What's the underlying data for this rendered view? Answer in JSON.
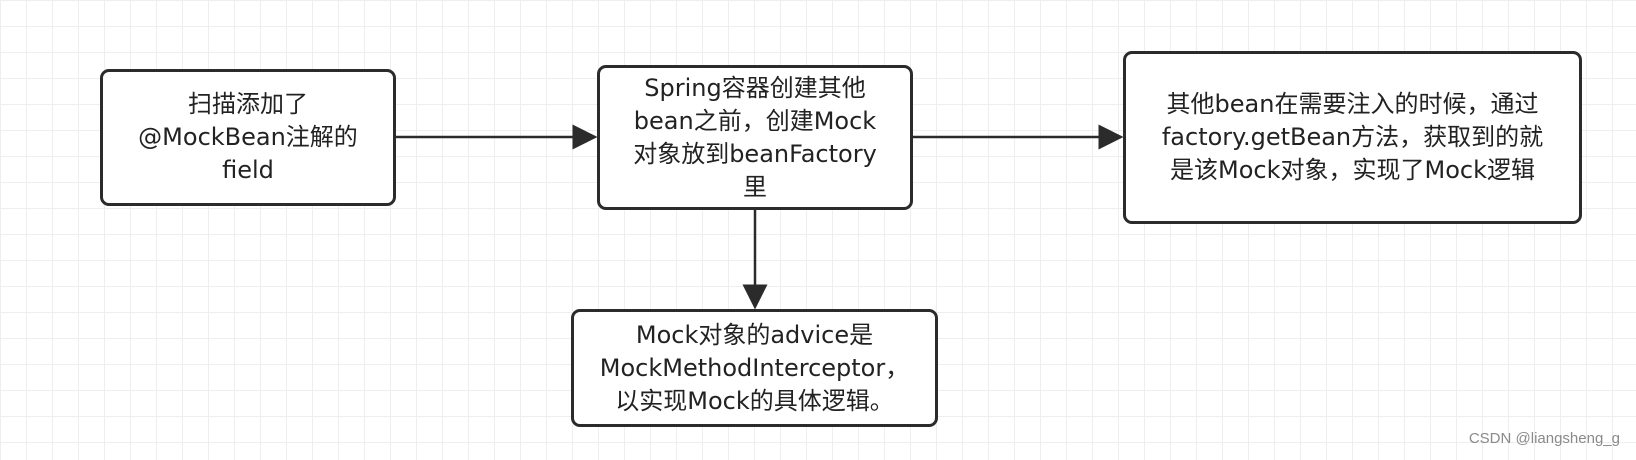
{
  "nodes": {
    "scan": {
      "text": "扫描添加了\n@MockBean注解的\nfield"
    },
    "create": {
      "text": "Spring容器创建其他\nbean之前，创建Mock\n对象放到beanFactory\n里"
    },
    "inject": {
      "text": "其他bean在需要注入的时候，通过\nfactory.getBean方法，获取到的就\n是该Mock对象，实现了Mock逻辑"
    },
    "advice": {
      "text": "Mock对象的advice是\nMockMethodInterceptor，\n以实现Mock的具体逻辑。"
    }
  },
  "edges": [
    {
      "from": "scan",
      "to": "create"
    },
    {
      "from": "create",
      "to": "inject"
    },
    {
      "from": "create",
      "to": "advice"
    }
  ],
  "watermark": "CSDN @liangsheng_g",
  "colors": {
    "stroke": "#2b2b2b",
    "grid": "#eeeeee",
    "text": "#222222"
  }
}
